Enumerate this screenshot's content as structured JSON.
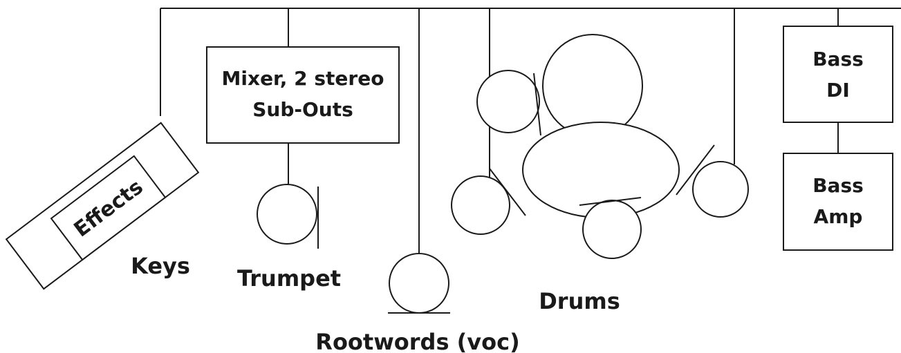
{
  "labels": {
    "mixer_line1": "Mixer, 2 stereo",
    "mixer_line2": "Sub-Outs",
    "bass_di_line1": "Bass",
    "bass_di_line2": "DI",
    "bass_amp_line1": "Bass",
    "bass_amp_line2": "Amp",
    "effects": "Effects",
    "keys": "Keys",
    "trumpet": "Trumpet",
    "rootwords": "Rootwords (voc)",
    "drums": "Drums"
  },
  "colors": {
    "ink": "#1a1a1a",
    "background": "#ffffff"
  }
}
